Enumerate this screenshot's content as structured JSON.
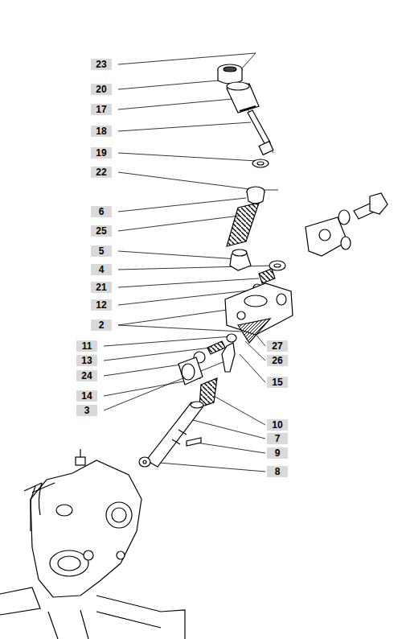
{
  "diagram": {
    "labels": [
      "23",
      "20",
      "17",
      "18",
      "19",
      "22",
      "6",
      "25",
      "5",
      "4",
      "21",
      "12",
      "2",
      "11",
      "27",
      "13",
      "26",
      "24",
      "15",
      "14",
      "3",
      "10",
      "7",
      "9",
      "8"
    ]
  }
}
